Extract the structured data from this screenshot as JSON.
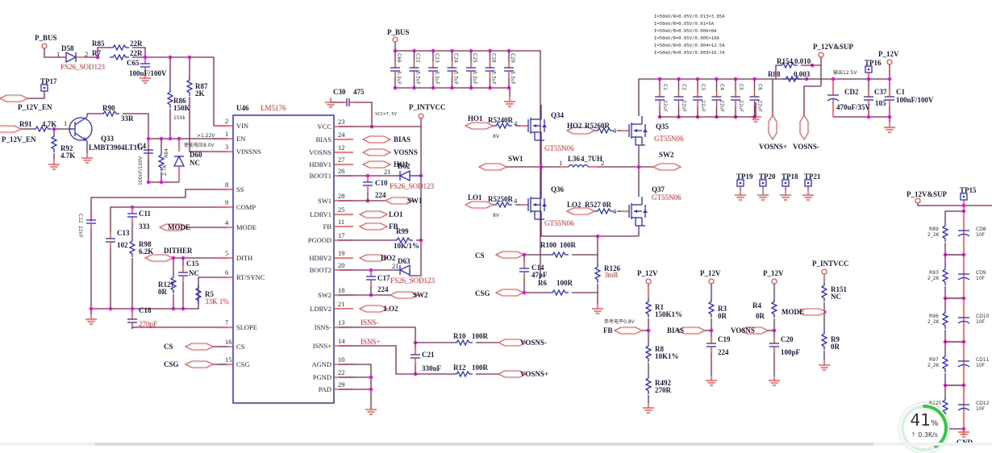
{
  "schematic": {
    "ic": {
      "ref": "U46",
      "part": "LM5176",
      "left_pins": [
        {
          "num": "2",
          "name": "VIN"
        },
        {
          "num": "1",
          "name": "EN"
        },
        {
          "num": "3",
          "name": "VINSNS"
        },
        {
          "num": "8",
          "name": "SS"
        },
        {
          "num": "9",
          "name": "COMP"
        },
        {
          "num": "4",
          "name": "MODE"
        },
        {
          "num": "5",
          "name": "DITH"
        },
        {
          "num": "6",
          "name": "RT/SYNC"
        },
        {
          "num": "7",
          "name": "SLOPE"
        },
        {
          "num": "16",
          "name": "CS"
        },
        {
          "num": "15",
          "name": "CSG"
        }
      ],
      "right_pins": [
        {
          "num": "23",
          "name": "VCC"
        },
        {
          "num": "24",
          "name": "BIAS"
        },
        {
          "num": "12",
          "name": "VOSNS"
        },
        {
          "num": "27",
          "name": "HDRV1"
        },
        {
          "num": "26",
          "name": "BOOT1"
        },
        {
          "num": "28",
          "name": "SW1"
        },
        {
          "num": "25",
          "name": "LDRV1"
        },
        {
          "num": "11",
          "name": "FB"
        },
        {
          "num": "17",
          "name": "PGOOD"
        },
        {
          "num": "19",
          "name": "HDRV2"
        },
        {
          "num": "20",
          "name": "BOOT2"
        },
        {
          "num": "18",
          "name": "SW2"
        },
        {
          "num": "21",
          "name": "LDRV2"
        },
        {
          "num": "13",
          "name": "ISNS-"
        },
        {
          "num": "14",
          "name": "ISNS+"
        },
        {
          "num": "10",
          "name": "AGND"
        },
        {
          "num": "22",
          "name": "PGND"
        },
        {
          "num": "29",
          "name": "PAD"
        }
      ]
    },
    "nets": {
      "p_bus": "P_BUS",
      "p_12v_en": "P_12V_EN",
      "p_intvcc": "P_INTVCC",
      "p_12v": "P_12V",
      "p_12v_sup": "P_12V&SUP",
      "gnd": "GND",
      "vosns_p": "VOSNS+",
      "vosns_m": "VOSNS-",
      "bias": "BIAS",
      "vosns": "VOSNS",
      "ho1": "HO1",
      "ho2": "HO2",
      "lo1": "LO1",
      "lo2": "LO2",
      "sw1": "SW1",
      "sw2": "SW2",
      "fb": "FB",
      "mode": "MODE",
      "dither": "DITHER",
      "cs": "CS",
      "csg": "CSG",
      "isns_m": "ISNS-",
      "isns_p": "ISNS+"
    },
    "components": {
      "d58": {
        "ref": "D58",
        "value": "FS26_SOD123",
        "pin1": "1",
        "pin2": "2"
      },
      "r85": {
        "ref": "R85",
        "value": "22R"
      },
      "r7": {
        "ref": "R7",
        "value": "22R"
      },
      "c65": {
        "ref": "C65",
        "value": "100nF/100V"
      },
      "r86": {
        "ref": "R86",
        "value": "150K",
        "note": "150k"
      },
      "r87": {
        "ref": "R87",
        "value": "2K"
      },
      "tp17": {
        "ref": "TP17"
      },
      "r91": {
        "ref": "R91",
        "value": "4.7K"
      },
      "r92": {
        "ref": "R92",
        "value": "4.7K"
      },
      "q33": {
        "ref": "Q33",
        "value": "LMBT3904LT1G",
        "pin1": "1"
      },
      "r90": {
        "ref": "R90",
        "value": "33R"
      },
      "c4": {
        "ref": "C4",
        "value": "100nF/100V"
      },
      "r84": {
        "ref": "R84",
        "value": "2.7K"
      },
      "d60": {
        "ref": "D60",
        "value": "NC"
      },
      "en_note1": ">1.22V",
      "en_note2": "使能电压8.0V",
      "c30": {
        "ref": "C30",
        "value": "475"
      },
      "vcc_note": "VCC=7.5V",
      "d62": {
        "ref": "D62",
        "value": "FS26_SOD123",
        "pin": "21"
      },
      "c10": {
        "ref": "C10",
        "value": "224"
      },
      "r99": {
        "ref": "R99",
        "value": "10K/1%"
      },
      "d63": {
        "ref": "D63",
        "value": "FS26_SOD123",
        "pin": "21"
      },
      "c17": {
        "ref": "C17",
        "value": "224"
      },
      "c21": {
        "ref": "C21",
        "value": "330nF"
      },
      "r10": {
        "ref": "R10",
        "value": "100R"
      },
      "r12": {
        "ref": "R12",
        "value": "100R"
      },
      "c12": {
        "ref": "C12",
        "value": "22nF"
      },
      "c11": {
        "ref": "C11",
        "value": "333"
      },
      "c13": {
        "ref": "C13",
        "value": "102"
      },
      "r98": {
        "ref": "R98",
        "value": "6.2K"
      },
      "c15": {
        "ref": "C15",
        "value": "NC"
      },
      "r127": {
        "ref": "R127",
        "value": "0R"
      },
      "r5": {
        "ref": "R5",
        "value": "33K 1%"
      },
      "c18": {
        "ref": "C18",
        "value": "270pF"
      },
      "bus_caps": [
        {
          "ref": "C66",
          "value": "3.3uF"
        },
        {
          "ref": "C22",
          "value": "3.3uF"
        },
        {
          "ref": "C23",
          "value": "3.3uF"
        },
        {
          "ref": "C24",
          "value": "3.3uF"
        },
        {
          "ref": "C25",
          "value": "3.3uF"
        },
        {
          "ref": "C28",
          "value": "3.3uF"
        },
        {
          "ref": "C29",
          "value": "3.3uF"
        }
      ],
      "q34": {
        "ref": "Q34",
        "value": "GT55N06"
      },
      "q35": {
        "ref": "Q35",
        "value": "GT55N06"
      },
      "q36": {
        "ref": "Q36",
        "value": "GT55N06"
      },
      "q37": {
        "ref": "Q37",
        "value": "GT55N06"
      },
      "r524": {
        "ref": "R524",
        "value": "0R",
        "note": "8V"
      },
      "r525": {
        "ref": "R525",
        "value": "0R",
        "note": "8V"
      },
      "r526": {
        "ref": "R526",
        "value": "0R"
      },
      "r527": {
        "ref": "R527",
        "value": "0R"
      },
      "gate_pin": "4",
      "l36": {
        "ref": "L36",
        "value": "4_7UH",
        "pin1": "1",
        "pin2": "2"
      },
      "out_caps": [
        {
          "ref": "C1",
          "value": "22uF"
        },
        {
          "ref": "C2",
          "value": "22uF"
        },
        {
          "ref": "C3",
          "value": "22uF"
        },
        {
          "ref": "C4",
          "value": "22uF"
        },
        {
          "ref": "C5",
          "value": "22uF"
        },
        {
          "ref": "C6",
          "value": "22uF"
        }
      ],
      "r154": {
        "ref": "R154",
        "value": "0.010"
      },
      "r88": {
        "ref": "R88",
        "value": "0.003"
      },
      "out_note": "输出12.5V",
      "cd2": {
        "ref": "CD2",
        "value": "470uF/35V"
      },
      "c37": {
        "ref": "C37",
        "value": "105"
      },
      "c1": {
        "ref": "C1",
        "value": "100nF/100V"
      },
      "tp16": {
        "ref": "TP16"
      },
      "tps": [
        "TP19",
        "TP20",
        "TP18",
        "TP21"
      ],
      "r100": {
        "ref": "R100",
        "value": "100R"
      },
      "r6": {
        "ref": "R6",
        "value": "100R"
      },
      "c14": {
        "ref": "C14",
        "value": "47pF"
      },
      "r126": {
        "ref": "R126",
        "value": "3mR"
      },
      "fb_note": "参考电平0.8V",
      "r1": {
        "ref": "R1",
        "value": "150K1%"
      },
      "r8": {
        "ref": "R8",
        "value": "10K1%"
      },
      "r492": {
        "ref": "R492",
        "value": "270R"
      },
      "r3": {
        "ref": "R3",
        "value": "0R"
      },
      "c19": {
        "ref": "C19",
        "value": "224"
      },
      "r4": {
        "ref": "R4",
        "value": "0R"
      },
      "c20": {
        "ref": "C20",
        "value": "100pF"
      },
      "r151": {
        "ref": "R151",
        "value": "NC"
      },
      "r9": {
        "ref": "R9",
        "value": "0R"
      },
      "tp15": {
        "ref": "TP15"
      },
      "sup_stack": [
        {
          "r": "R89",
          "rv": "2_2K",
          "c": "CD8",
          "cv": "10F"
        },
        {
          "r": "R93",
          "rv": "2_2K",
          "c": "CD9",
          "cv": "10F"
        },
        {
          "r": "R96",
          "rv": "2_2K",
          "c": "CD10",
          "cv": "10F"
        },
        {
          "r": "R97",
          "rv": "2_2K",
          "c": "CD11",
          "cv": "10F"
        },
        {
          "r": "R125",
          "rv": "2_2K",
          "c": "CD12",
          "cv": "10F"
        }
      ]
    },
    "current_notes": [
      "I=50mV/R=0.05V/0.013=3.85A",
      "I=50mV/R=0.05V/0.01=5A",
      "I=50mV/R=0.05V/0.006=8A",
      "I=50mV/R=0.05V/0.005=10A",
      "I=50mV/R=0.05V/0.004=12.5A",
      "I=50mV/R=0.05V/0.003=16.7A"
    ]
  },
  "overlay": {
    "speed_widget": {
      "percent_value": 41,
      "percent": "41",
      "percent_sign": "%",
      "rate": "0.3K/s",
      "arrow": "↑"
    }
  },
  "colors": {
    "wire": "#8b2252",
    "pin": "#ff2a2a",
    "symbol": "#2a2ae0",
    "junction": "#ff00ff",
    "ring": "#2ecc40"
  }
}
